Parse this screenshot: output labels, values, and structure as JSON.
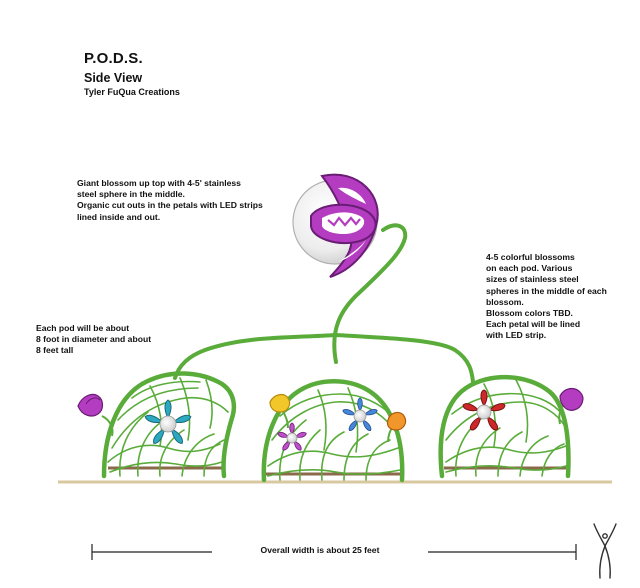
{
  "title": "P.O.D.S.",
  "subtitle": "Side View",
  "credit": "Tyler FuQua Creations",
  "notes": {
    "giant_blossom": "Giant blossom up top with 4-5' stainless\nsteel sphere in the middle.\nOrganic cut outs in the petals with LED strips\nlined inside and out.",
    "pod_blossoms": "4-5 colorful blossoms\non each pod.  Various\nsizes of stainless steel\nspheres in the middle of each\nblossom.\nBlossom colors TBD.\nEach petal will be lined\nwith LED strip.",
    "pod_size": "Each pod will be about\n8 foot in diameter and about\n8 feet tall",
    "overall_width": "Overall width is about 25 feet"
  },
  "colors": {
    "stem_green": "#5aac3a",
    "blossom_magenta": "#b43cc0",
    "bench_brown": "#8a6a4a",
    "ground_tan": "#d8c8a0",
    "sphere_silver": "#e6e6e6"
  },
  "icons": [
    "figure-logo-icon"
  ]
}
